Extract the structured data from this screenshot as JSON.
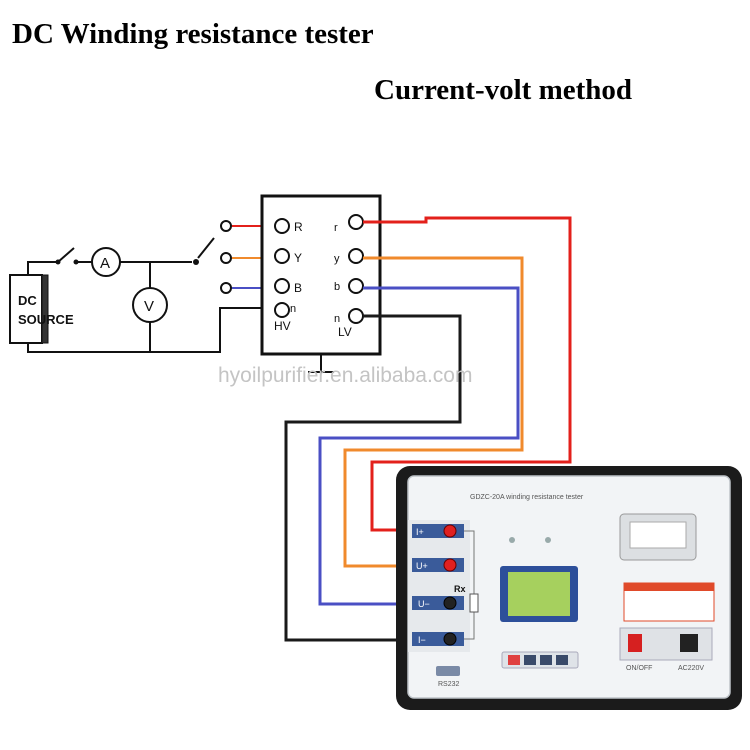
{
  "header": {
    "title": "DC Winding resistance tester",
    "subtitle": "Current-volt method"
  },
  "circuit": {
    "source_line1": "DC",
    "source_line2": "SOURCE",
    "ammeter": "A",
    "voltmeter": "V",
    "hv_terminals": [
      "R",
      "Y",
      "B",
      "n"
    ],
    "hv_label": "HV",
    "lv_terminals": [
      "r",
      "y",
      "b",
      "n"
    ],
    "lv_label": "LV"
  },
  "watermark": "hyoilpurifier.en.alibaba.com",
  "device": {
    "model_title": "GDZC-20A winding resistance tester",
    "terminals": [
      {
        "label": "I+",
        "color": "#e02020"
      },
      {
        "label": "U+",
        "color": "#e02020"
      },
      {
        "label": "U−",
        "color": "#222222"
      },
      {
        "label": "I−",
        "color": "#222222"
      }
    ],
    "rx_label": "Rx",
    "port_label": "RS232",
    "power_label": "ON/OFF",
    "ac_label": "AC220V"
  },
  "wire_colors": {
    "red": "#e3201b",
    "orange": "#f08a2c",
    "blue": "#4a4fc4",
    "black": "#1a1a1a"
  }
}
